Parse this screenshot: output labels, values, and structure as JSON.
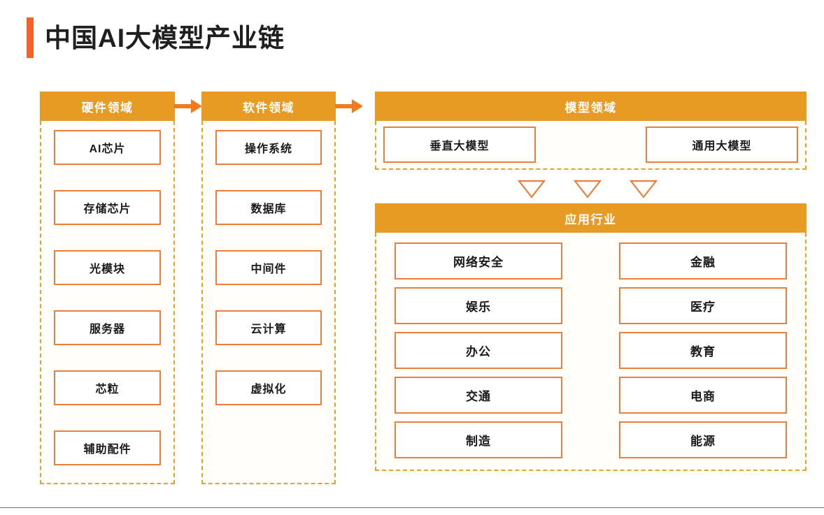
{
  "title": {
    "text": "中国AI大模型产业链",
    "accent_color": "#f4622a"
  },
  "colors": {
    "header_orange": "#e89b22",
    "box_border_orange": "#e8803c",
    "dashed_amber": "#e3a520",
    "arrow_orange": "#f2791c",
    "triangle_orange": "#e8803c",
    "footer_rule": "#6d6d6d"
  },
  "sections": {
    "hardware": {
      "header": "硬件领域",
      "items": [
        "AI芯片",
        "存储芯片",
        "光模块",
        "服务器",
        "芯粒",
        "辅助配件"
      ]
    },
    "software": {
      "header": "软件领域",
      "items": [
        "操作系统",
        "数据库",
        "中间件",
        "云计算",
        "虚拟化"
      ]
    },
    "model": {
      "header": "模型领域",
      "items": [
        "垂直大模型",
        "通用大模型"
      ]
    },
    "applications": {
      "header": "应用行业",
      "items": [
        "网络安全",
        "金融",
        "娱乐",
        "医疗",
        "办公",
        "教育",
        "交通",
        "电商",
        "制造",
        "能源"
      ]
    }
  },
  "connectors": {
    "arrow_1": "arrow-right-icon",
    "arrow_2": "arrow-right-icon",
    "triangles": [
      "triangle-down-icon",
      "triangle-down-icon",
      "triangle-down-icon"
    ]
  }
}
